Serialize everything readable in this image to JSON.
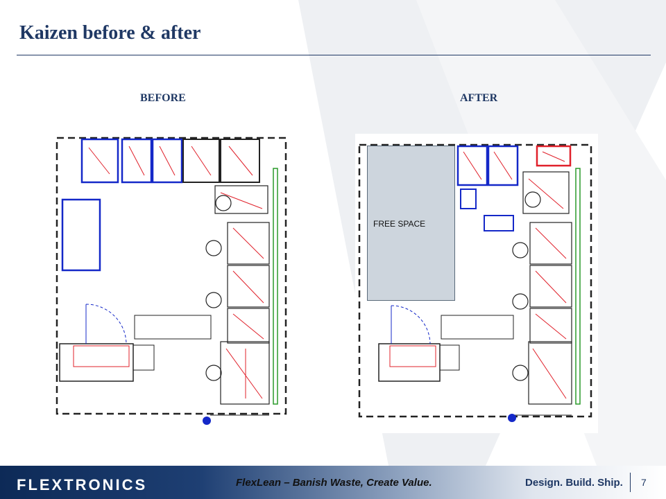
{
  "slide": {
    "title": "Kaizen before & after",
    "page_number": "7"
  },
  "panels": {
    "before_label": "BEFORE",
    "after_label": "AFTER",
    "free_space_label": "FREE SPACE"
  },
  "footer": {
    "logo": "FLEXTRONICS",
    "tagline": "FlexLean – Banish Waste, Create Value.",
    "slogan": "Design. Build. Ship."
  },
  "colors": {
    "title": "#1f3864",
    "plan_red": "#e0202a",
    "plan_blue": "#1428c8",
    "plan_green": "#2a9a2a",
    "free_space": "#cdd5dd"
  }
}
